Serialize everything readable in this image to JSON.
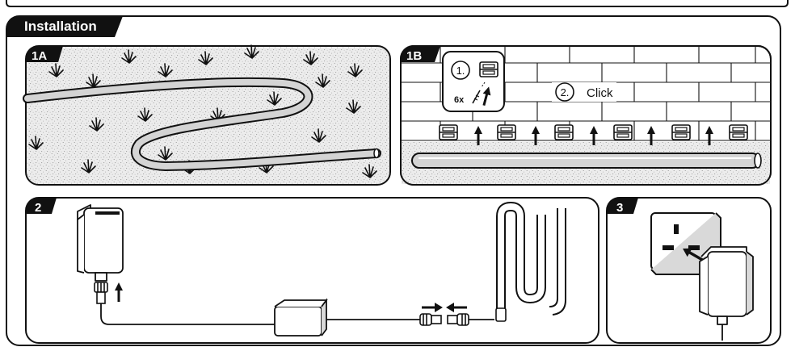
{
  "section": {
    "title": "Installation"
  },
  "panels": [
    {
      "label": "1A"
    },
    {
      "label": "1B",
      "step1": "1.",
      "quantity": "6x",
      "step2": "2.",
      "action": "Click"
    },
    {
      "label": "2"
    },
    {
      "label": "3"
    }
  ],
  "colors": {
    "ink": "#111111",
    "paper": "#ffffff",
    "light": "#d9d9d9",
    "tube": "#d4d4d4"
  },
  "icons": [
    "grass-tuft-icon",
    "tube-light-icon",
    "mounting-clip-icon",
    "screw-icon",
    "arrow-up-icon",
    "arrow-right-icon",
    "arrow-left-icon",
    "power-adapter-icon",
    "connector-icon",
    "control-box-icon",
    "wall-socket-icon"
  ]
}
